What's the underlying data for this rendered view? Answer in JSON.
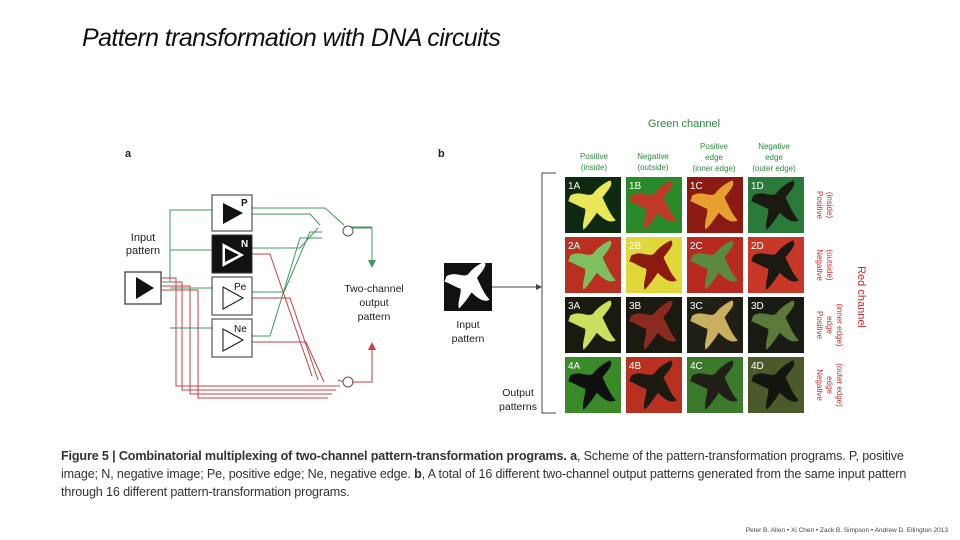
{
  "slide": {
    "title": "Pattern transformation with DNA circuits"
  },
  "panel_a": {
    "letter": "a",
    "input_label_line1": "Input",
    "input_label_line2": "pattern",
    "programs": [
      "P",
      "N",
      "Pe",
      "Ne"
    ],
    "output_label_lines": [
      "Two-channel",
      "output",
      "pattern"
    ]
  },
  "panel_b": {
    "letter": "b",
    "green_channel_label": "Green channel",
    "red_channel_label": "Red channel",
    "column_headers": [
      [
        "Positive",
        "(inside)"
      ],
      [
        "Negative",
        "(outside)"
      ],
      [
        "Positive",
        "edge",
        "(inner edge)"
      ],
      [
        "Negative",
        "edge",
        "(outer edge)"
      ]
    ],
    "row_headers": [
      [
        "Positive",
        "(inside)"
      ],
      [
        "Negative",
        "(outside)"
      ],
      [
        "Positive",
        "edge",
        "(inner edge)"
      ],
      [
        "Negative",
        "edge",
        "(outer edge)"
      ]
    ],
    "cells": [
      [
        "1A",
        "1B",
        "1C",
        "1D"
      ],
      [
        "2A",
        "2B",
        "2C",
        "2D"
      ],
      [
        "3A",
        "3B",
        "3C",
        "3D"
      ],
      [
        "4A",
        "4B",
        "4C",
        "4D"
      ]
    ],
    "input_label_lines": [
      "Input",
      "pattern"
    ],
    "output_label_lines": [
      "Output",
      "patterns"
    ]
  },
  "caption": {
    "figure_label": "Figure 5 | Combinatorial multiplexing of two-channel pattern-transformation programs.",
    "a_letter": "a",
    "a_text": ", Scheme of the pattern-transformation programs. P, positive image; N, negative image; Pe, positive edge; Ne, negative edge.",
    "b_letter": "b",
    "b_text": ", A total of 16 different two-channel output patterns generated from the same input pattern through 16 different pattern-transformation programs."
  },
  "footer": {
    "authors": "Peter B. Allen • Xi Chen • Zack B. Simpson • Andrew D. Ellington 2013"
  },
  "colors": {
    "green_channel": "#2a8a3a",
    "red_channel": "#c0302a",
    "wire_green": "#3f9a55",
    "wire_red": "#c84040"
  }
}
